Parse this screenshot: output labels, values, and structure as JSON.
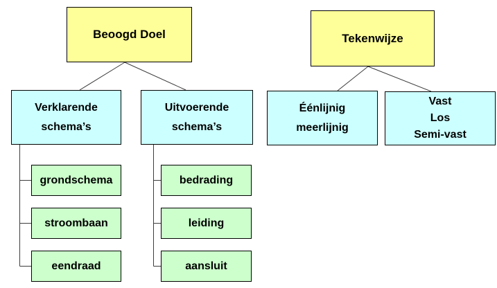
{
  "diagram": {
    "type": "org-chart",
    "language": "nl",
    "colors": {
      "root_fill": "#ffff99",
      "branch_fill": "#ccffff",
      "leaf_fill": "#ccffcc",
      "border": "#000000",
      "connector": "#3c3c3c",
      "background": "#ffffff",
      "text": "#000000"
    },
    "trees": [
      {
        "name": "beoogd-doel",
        "root_label": "Beoogd Doel",
        "branches": [
          {
            "label": "Verklarende\nschema’s",
            "leaves": [
              {
                "label": "grondschema"
              },
              {
                "label": "stroombaan"
              },
              {
                "label": "eendraad"
              }
            ]
          },
          {
            "label": "Uitvoerende\nschema’s",
            "leaves": [
              {
                "label": "bedrading"
              },
              {
                "label": "leiding"
              },
              {
                "label": "aansluit"
              }
            ]
          }
        ]
      },
      {
        "name": "tekenwijze",
        "root_label": "Tekenwijze",
        "branches": [
          {
            "label": "Éénlijnig\nmeerlijnig",
            "leaves": []
          },
          {
            "label": "Vast\nLos\nSemi-vast",
            "leaves": []
          }
        ]
      }
    ]
  }
}
